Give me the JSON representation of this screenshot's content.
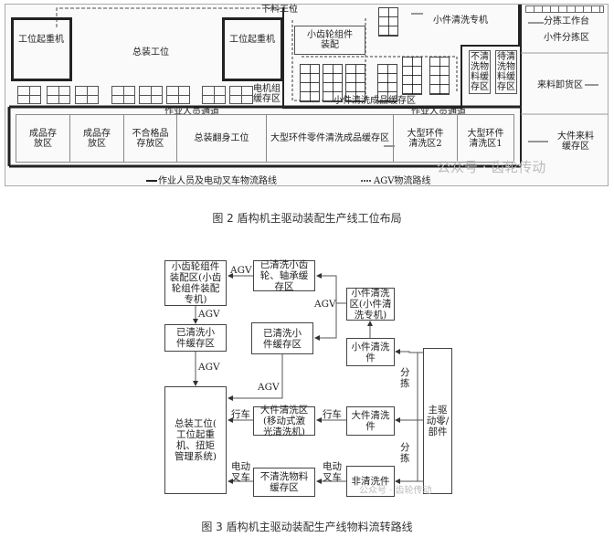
{
  "figure2": {
    "labels": {
      "crane_left": "工位起重机",
      "assembly": "总装工位",
      "crane_right": "工位起重机",
      "unload": "下料工位",
      "motor_buffer": "电机组\n缓存区",
      "pinion_assembly": "小齿轮组件\n装配",
      "small_wash_machine": "小件清洗专机",
      "no_wash_buffer": "不清\n洗物\n料缓\n存区",
      "to_wash_buffer": "待清\n洗物\n料缓\n存区",
      "small_wash_done_buffer": "小件清洗成品缓存区",
      "sort_table": "分拣工作台",
      "small_sort_area": "小件分拣区",
      "unloading_area": "来料卸货区",
      "large_incoming_buffer": "大件来料\n缓存区",
      "walkway_1": "作业人员通道",
      "walkway_2": "作业人员通道"
    },
    "cells": [
      "成品存\n放区",
      "成品存\n放区",
      "不合格品\n存放区",
      "总装翻身工位",
      "大型环件零件清洗成品缓存区",
      "大型环件\n清洗区2",
      "大型环件\n清洗区1"
    ],
    "legend": {
      "solid": "作业人员及电动叉车物流路线",
      "dotted": "AGV物流路线"
    },
    "watermark": "公众号 · 齿轮传动",
    "caption": "图 2 盾构机主驱动装配生产线工位布局"
  },
  "figure3": {
    "boxes": {
      "pinion_asm": "小齿轮组件\n装配区(小齿\n轮组件装配\n专机)",
      "washed_pinion": "已清洗小齿\n轮、轴承缓\n存区",
      "small_wash_area": "小件清洗\n区(小件清\n洗专机)",
      "washed_small_left": "已清洗小\n件缓存区",
      "washed_small_mid": "已清洗小\n件缓存区",
      "small_wash_part": "小件清洗件",
      "main_parts": "主驱\n动零/\n部件",
      "assembly": "总装工位(\n工位起重\n机、扭矩\n管理系统)",
      "large_wash_area": "大件清洗区\n(移动式激\n光清洗机)",
      "large_wash_part": "大件清洗件",
      "no_wash_buffer": "不清洗物料\n缓存区",
      "no_wash_part": "非清洗件"
    },
    "edges": {
      "agv1": "AGV",
      "agv2": "AGV",
      "agv3": "AGV",
      "agv4": "AGV",
      "agv5": "AGV",
      "crane1": "行车",
      "crane2": "行车",
      "forklift1": "电动\n叉车",
      "forklift2": "电动\n叉车",
      "sort1": "分\n拣",
      "sort2": "分\n拣"
    },
    "watermark": "公众号 · 齿轮传动",
    "caption": "图 3 盾构机主驱动装配生产线物料流转路线"
  }
}
